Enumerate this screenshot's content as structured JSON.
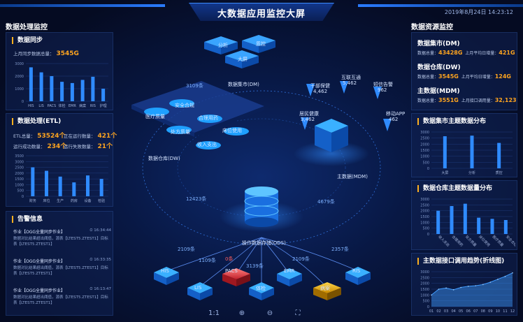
{
  "header": {
    "title": "大数据应用监控大屏",
    "datetime": "2019年8月24日  14:23:12"
  },
  "left": {
    "section_title": "数据处理监控",
    "sync": {
      "title": "数据同步",
      "kpi_label": "上月同步数据总量：",
      "kpi_value": "3545G",
      "chart_data": {
        "type": "bar",
        "categories": [
          "HIS",
          "LIS",
          "PACS",
          "体检",
          "EMR",
          "病案",
          "RIS",
          "护理"
        ],
        "values": [
          2700,
          2300,
          2000,
          1550,
          1450,
          1700,
          1950,
          1000
        ],
        "ylim": [
          0,
          3000
        ],
        "yticks": [
          "0",
          "1000",
          "2000",
          "3000"
        ],
        "colors": {
          "bar": "#2f8bff"
        }
      }
    },
    "etl": {
      "title": "数据处理(ETL)",
      "etl_total_label": "ETL总量：",
      "etl_total_value": "53524个",
      "running_label": "正在运行数量：",
      "running_value": "421个",
      "success_label": "运行成功数量：",
      "success_value": "234个",
      "fail_label": "运行失败数量：",
      "fail_value": "21个",
      "chart_data": {
        "type": "bar",
        "categories": [
          "财务",
          "床位",
          "生产",
          "药房",
          "设备",
          "检验"
        ],
        "values": [
          2500,
          2200,
          1700,
          1200,
          1800,
          1500
        ],
        "ylim": [
          0,
          3500
        ],
        "yticks": [
          "0",
          "500",
          "1000",
          "1500",
          "2000",
          "2500",
          "3000",
          "3500"
        ],
        "colors": {
          "bar": "#2f8bff"
        }
      }
    },
    "alerts": {
      "title": "告警信息",
      "items": [
        {
          "head": "作业【OGG全量同步作业】",
          "time": "16:34:44",
          "body": "数据对比结果超出阈值，源表【LTEST5.ZTEST1】目标表【LTEST5.ZTEST1】"
        },
        {
          "head": "作业【OGG全量同步作业】",
          "time": "16:33:35",
          "body": "数据对比结果超出阈值，源表【LTEST5.ZTEST1】目标表【LTEST5.ZTEST1】"
        },
        {
          "head": "作业【OGG全量同步作业】",
          "time": "16:13:47",
          "body": "数据对比结果超出阈值，源表【LTEST5.ZTEST1】目标表【LTEST5.ZTEST1】"
        }
      ]
    }
  },
  "center": {
    "mart_label": "数据集市(DM)",
    "mart_cubes": [
      "分析",
      "质控",
      "大屏"
    ],
    "warehouse_label": "数据仓库(DW)",
    "warehouse_items": [
      "安全合规",
      "医疗质量",
      "合理用药",
      "处方质量",
      "床位使用",
      "收入支出"
    ],
    "mdm_label": "主数据(MDM)",
    "mdm_nodes": [
      {
        "name": "干部保健",
        "value": "4,462"
      },
      {
        "name": "互联互通",
        "value": "5,462"
      },
      {
        "name": "短信告警",
        "value": "962"
      },
      {
        "name": "居民健康",
        "value": "3,462"
      },
      {
        "name": "移动APP",
        "value": "462"
      }
    ],
    "ods_label": "操作数据存储(ODS)",
    "flows": {
      "to_mart": "3109条",
      "dw_to_ods": "12423条",
      "mdm_to_ods": "4679条",
      "his": "2109条",
      "lis": "1109条",
      "pacs": "0条",
      "tijian": "3139条",
      "emr": "2109条",
      "ris": "2357条"
    },
    "sources": [
      "HIS",
      "LIS",
      "PACS",
      "体检",
      "EMR",
      "病案",
      "RIS"
    ],
    "toolbar": {
      "fit": "1:1",
      "zoom_in": "⊕",
      "zoom_out": "⊖",
      "fullscreen": "⛶"
    }
  },
  "right": {
    "section_title": "数据资源监控",
    "resources": {
      "dm": {
        "name": "数据集市(DM)",
        "total_label": "数据总量：",
        "total_value": "43428G",
        "inc_label": "上月平均日增量：",
        "inc_value": "421G"
      },
      "dw": {
        "name": "数据仓库(DW)",
        "total_label": "数据总量：",
        "total_value": "3545G",
        "inc_label": "上月平均日增量：",
        "inc_value": "124G"
      },
      "mdm": {
        "name": "主数据(MDM)",
        "total_label": "数据总量：",
        "total_value": "3551G",
        "inc_label": "上月接口调用量：",
        "inc_value": "32,123"
      }
    },
    "mart_dist": {
      "title": "数据集市主题数据分布",
      "chart_data": {
        "type": "bar",
        "categories": [
          "大屏",
          "分析",
          "质控"
        ],
        "values": [
          2650,
          2700,
          2100
        ],
        "ylim": [
          0,
          3000
        ],
        "yticks": [
          "0",
          "500",
          "1000",
          "1500",
          "2000",
          "2500",
          "3000"
        ],
        "colors": {
          "bar": "#2f8bff"
        }
      }
    },
    "warehouse_dist": {
      "title": "数据仓库主题数据量分布",
      "chart_data": {
        "type": "bar",
        "categories": [
          "收入支出",
          "合理用药",
          "处方质量",
          "床位使用",
          "医疗质量",
          "安全合规"
        ],
        "values": [
          2000,
          2400,
          2600,
          1400,
          1300,
          1200
        ],
        "ylim": [
          0,
          3000
        ],
        "yticks": [
          "0",
          "500",
          "1000",
          "1500",
          "2000",
          "2500",
          "3000"
        ],
        "colors": {
          "bar": "#2f8bff"
        }
      }
    },
    "api_trend": {
      "title": "主数据接口调用趋势(折线图)",
      "chart_data": {
        "type": "area",
        "x": [
          "01",
          "02",
          "03",
          "04",
          "05",
          "06",
          "07",
          "08",
          "09",
          "10",
          "11",
          "12"
        ],
        "values": [
          1000,
          1500,
          1600,
          1450,
          1650,
          1750,
          1800,
          1900,
          2100,
          2350,
          2600,
          2900
        ],
        "ylim": [
          0,
          3000
        ],
        "yticks": [
          "0",
          "500",
          "1000",
          "1500",
          "2000",
          "2500",
          "3000"
        ],
        "colors": {
          "line": "#3f9bff"
        }
      }
    }
  }
}
